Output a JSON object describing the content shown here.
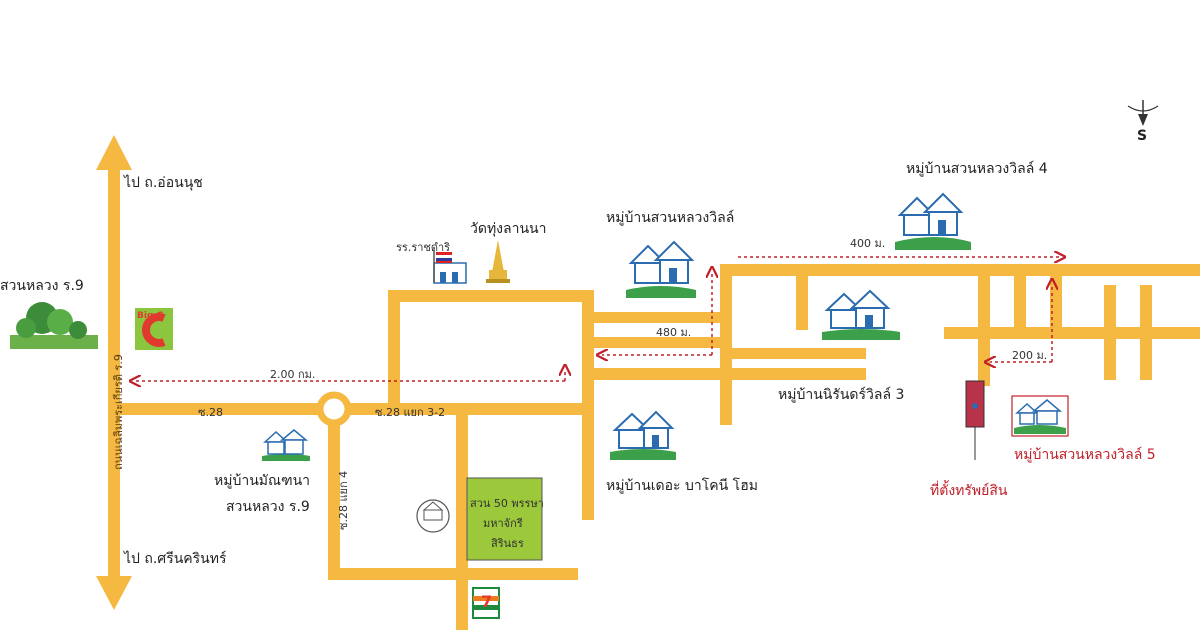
{
  "colors": {
    "road": "#F5B942",
    "dashed_line": "#C0202A",
    "park_fill": "#9CC83C",
    "house": "#2B6CB0",
    "grass": "#3CA04A",
    "property_marker": "#B8324A",
    "arrow": "#F5B942"
  },
  "compass": {
    "label": "S"
  },
  "labels": {
    "to_on_nut": "ไป ถ.อ่อนนุช",
    "to_srinakarin": "ไป ถ.ศรีนครินทร์",
    "suan_luang_left": "สวนหลวง ร.9",
    "main_road_vertical": "ถนนเฉลิมพระเกียรติ ร.9",
    "soi28": "ซ.28",
    "soi28_3_2": "ซ.28 แยก 3-2",
    "soi28_4": "ซ.28 แยก 4",
    "dist_2km": "2.00 กม.",
    "dist_480": "480 ม.",
    "dist_400": "400 ม.",
    "dist_200": "200 ม.",
    "school": "รร.ราชดำริ",
    "temple": "วัดทุ่งลานนา",
    "village_suanluang_villa": "หมู่บ้านสวนหลวงวิลล์",
    "village_suanluang_villa4": "หมู่บ้านสวนหลวงวิลล์ 4",
    "village_nirun_villa3": "หมู่บ้านนิรันดร์วิลล์ 3",
    "village_the_balcony": "หมู่บ้านเดอะ บาโคนี โฮม",
    "village_montana_line1": "หมู่บ้านมัณฑนา",
    "village_montana_line2": "สวนหลวง ร.9",
    "village_suanluang_villa5": "หมู่บ้านสวนหลวงวิลล์ 5",
    "property_location": "ที่ตั้งทรัพย์สิน",
    "park_line1": "สวน 50 พรรษา",
    "park_line2": "มหาจักรี",
    "park_line3": "สิรินธร",
    "bigc_logo": "Big C",
    "seven_eleven_logo": "7"
  },
  "icons": [
    "north-arrow-icon",
    "tree-icon",
    "bigc-logo-icon",
    "school-icon",
    "temple-icon",
    "house-icon",
    "seven-eleven-logo-icon",
    "seal-icon",
    "property-marker-icon"
  ]
}
